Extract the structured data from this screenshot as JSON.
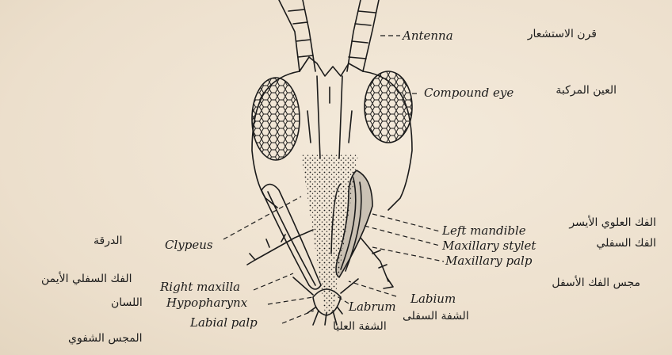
{
  "labels": {
    "antenna": {
      "en": "Antenna",
      "ar": "قرن الاستشعار"
    },
    "compound_eye": {
      "en": "Compound eye",
      "ar": "العين المركبة"
    },
    "left_mandible": {
      "en": "Left mandible",
      "ar": "الفك العلوي الأيسر"
    },
    "maxillary_stylet": {
      "en": "Maxillary stylet",
      "ar": "الفك السفلي"
    },
    "maxillary_palp": {
      "en": "Maxillary palp",
      "ar": "مجس الفك الأسفل"
    },
    "clypeus": {
      "en": "Clypeus",
      "ar": "الدرقة"
    },
    "right_maxilla": {
      "en": "Right maxilla",
      "ar": "الفك السفلي الأيمن"
    },
    "hypopharynx": {
      "en": "Hypopharynx",
      "ar": "اللسان"
    },
    "labial_palp": {
      "en": "Labial palp",
      "ar": "المجس الشفوي"
    },
    "labrum": {
      "en": "Labrum",
      "ar": "الشفة العليا"
    },
    "labium": {
      "en": "Labium",
      "ar": "الشفة السفلى"
    }
  },
  "colors": {
    "ink": "#1b1b1b",
    "paper": "#efe4d3"
  }
}
